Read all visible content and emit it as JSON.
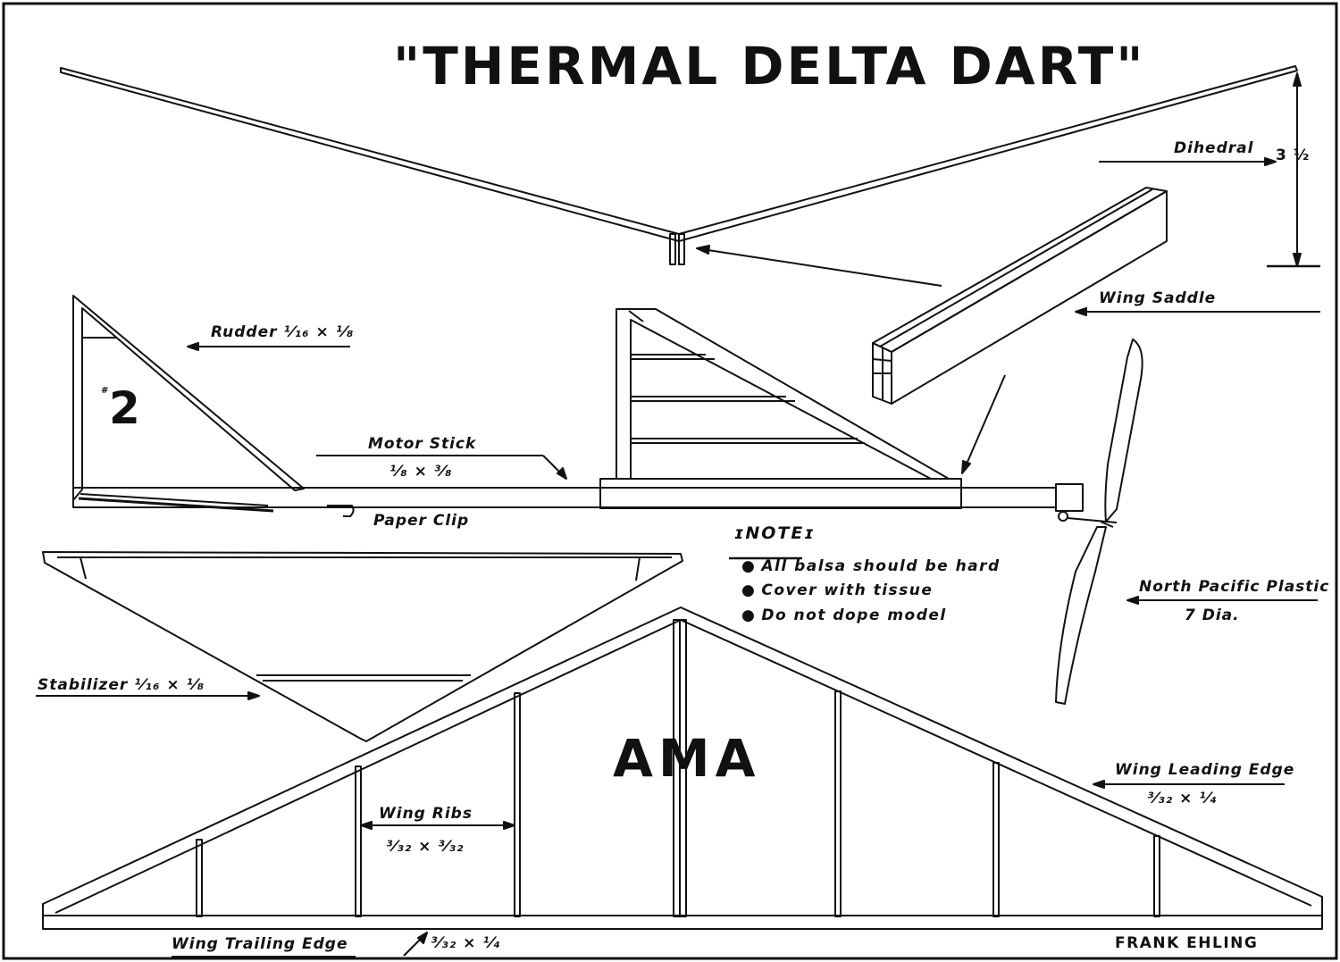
{
  "title": "\"THERMAL DELTA DART\"",
  "badge_number": "2",
  "badge_prefix": "#",
  "center_mark": "AMA",
  "author": "FRANK EHLING",
  "labels": {
    "dihedral": "Dihedral",
    "dihedral_value": "3 ½",
    "rudder": "Rudder ¹⁄₁₆ × ¹⁄₈",
    "motor_stick": "Motor Stick",
    "motor_stick_size": "¹⁄₈ × ³⁄₈",
    "paper_clip": "Paper Clip",
    "wing_saddle": "Wing Saddle",
    "prop_name": "North Pacific Plastic",
    "prop_size": "7 Dia.",
    "stabilizer": "Stabilizer ¹⁄₁₆ × ¹⁄₈",
    "wing_ribs": "Wing Ribs",
    "wing_ribs_size": "³⁄₃₂ × ³⁄₃₂",
    "wing_leading_edge": "Wing Leading Edge",
    "wing_leading_edge_size": "³⁄₃₂ × ¹⁄₄",
    "wing_trailing_edge": "Wing Trailing Edge",
    "wing_trailing_edge_size": "³⁄₃₂ × ¹⁄₄"
  },
  "note": {
    "heading": "NOTE",
    "items": [
      "All balsa should be hard",
      "Cover with tissue",
      "Do not dope model"
    ]
  },
  "colors": {
    "ink": "#111111",
    "paper": "#ffffff"
  }
}
